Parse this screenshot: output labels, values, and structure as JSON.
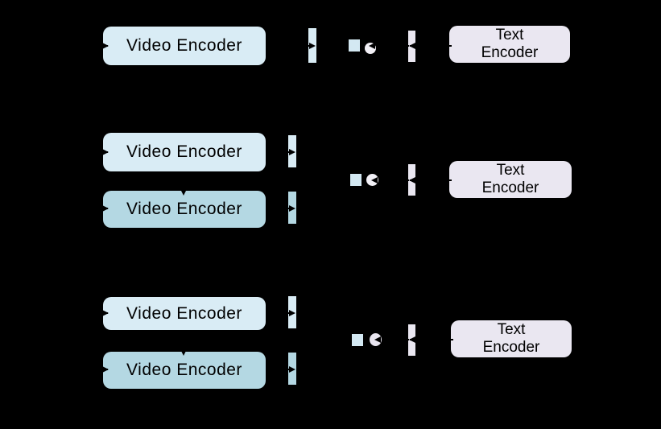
{
  "figure": {
    "description": "Three-row architecture comparison diagram: video encoders and text encoders producing embeddings compared via similarity",
    "background_color": "#000000",
    "text_color": "#000000",
    "colors": {
      "video_encoder_light_blue": "#d9ecf5",
      "video_encoder_mid_blue": "#b4d8e3",
      "text_encoder_lavender": "#eae7f1",
      "similarity_circle_white": "#f2f0f6",
      "similarity_circle_lavender": "#e8e5ef",
      "embedding_square_blue": "#d3e8f2",
      "arrow_black": "#000000"
    },
    "rows": [
      {
        "name": "row-a",
        "video_encoders": [
          {
            "label": "Video Encoder",
            "variant": "light_blue"
          }
        ],
        "text_encoder": {
          "label": "Text Encoder"
        }
      },
      {
        "name": "row-b",
        "video_encoders": [
          {
            "label": "Video Encoder",
            "variant": "light_blue"
          },
          {
            "label": "Video Encoder",
            "variant": "mid_blue"
          }
        ],
        "text_encoder": {
          "label": "Text Encoder"
        }
      },
      {
        "name": "row-c",
        "video_encoders": [
          {
            "label": "Video Encoder",
            "variant": "light_blue"
          },
          {
            "label": "Video Encoder",
            "variant": "mid_blue"
          }
        ],
        "text_encoder": {
          "label": "Text Encoder"
        }
      }
    ]
  }
}
